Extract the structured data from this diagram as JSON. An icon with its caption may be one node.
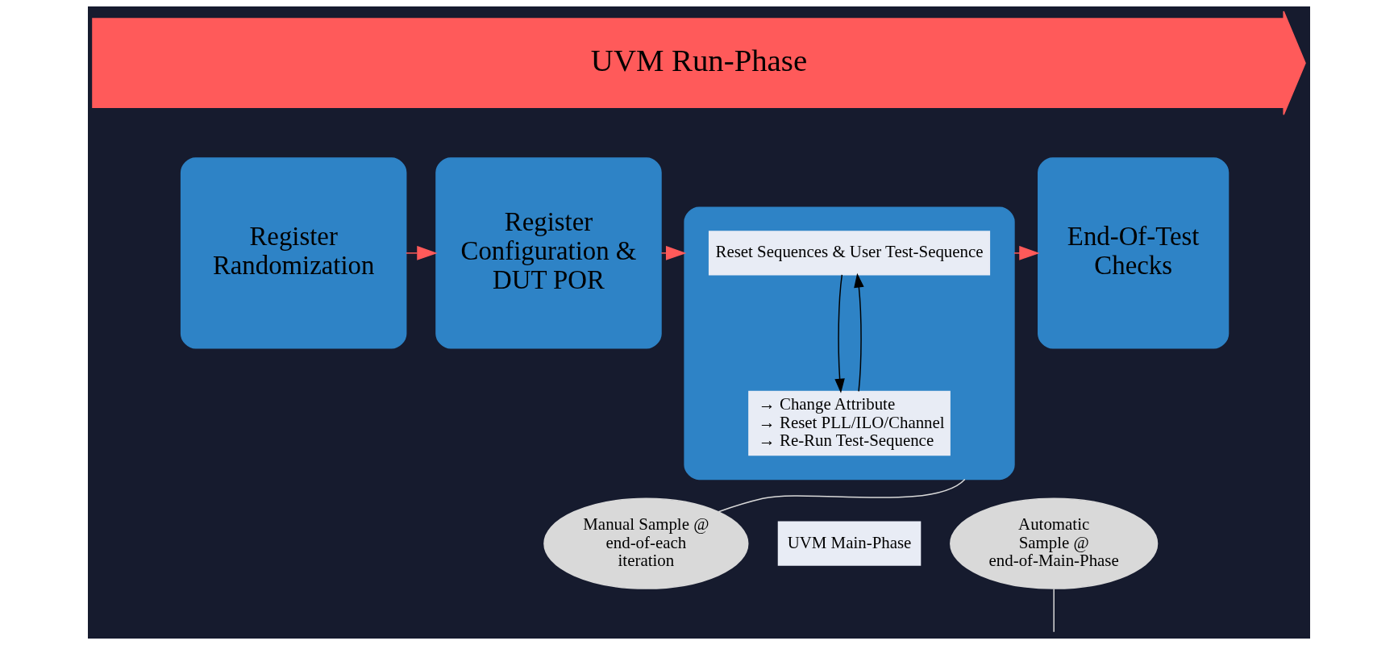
{
  "diagram": {
    "nodes": [
      {
        "text": [
          "UVM Run-Phase"
        ]
      },
      {
        "text": [
          "Register Randomization"
        ]
      },
      {
        "text": [
          "Register Configuration & DUT POR"
        ]
      },
      {
        "text": [],
        "shape": "box"
      },
      {
        "text": [
          "Reset Sequences & User Test-Sequence"
        ],
        "in": 3
      },
      {
        "text": [
          "→ Change Attribute",
          "→ Reset PLL/ILO/Channel",
          "→ Re-Run Test-Sequence"
        ],
        "in": 3
      },
      {
        "text": [
          "End-Of-Test Checks"
        ]
      },
      {
        "text": [
          "Manual Sample @ end-of-each iteration"
        ]
      },
      {
        "text": [
          "UVM Main-Phase"
        ]
      },
      {
        "text": [
          "Automatic Sample @ end-of-Main-Phase"
        ]
      }
    ],
    "edges": [
      {
        "from": 1,
        "to": 2,
        "arrow": "to",
        "color": "#ff5a5a"
      },
      {
        "from": 2,
        "to": 3,
        "arrow": "to",
        "color": "#ff5a5a"
      },
      {
        "from": 3,
        "to": 6,
        "arrow": "to",
        "color": "#ff5a5a"
      },
      {
        "from": 4,
        "to": 5,
        "arrow": "to",
        "color": "#000000"
      },
      {
        "from": 5,
        "to": 4,
        "arrow": "to",
        "color": "#000000"
      },
      {
        "from": 7,
        "to": 3,
        "arrow": "none",
        "color": "#d9d9d9"
      },
      {
        "from": 9,
        "to": null,
        "arrow": "none",
        "color": "#d9d9d9"
      }
    ]
  }
}
